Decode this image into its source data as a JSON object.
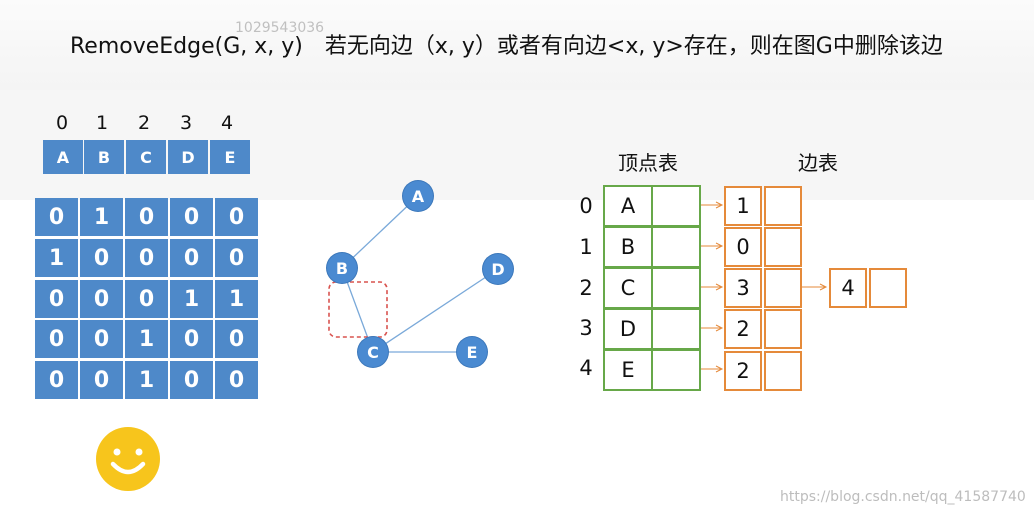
{
  "title": {
    "function": "RemoveEdge(G, x, y)",
    "description": "若无向边（x, y）或者有向边<x, y>存在，则在图G中删除该边"
  },
  "watermarks": {
    "top": "1029543036",
    "bottom": "https://blog.csdn.net/qq_41587740"
  },
  "matrix": {
    "indices": [
      "0",
      "1",
      "2",
      "3",
      "4"
    ],
    "vertices": [
      "A",
      "B",
      "C",
      "D",
      "E"
    ],
    "rows": [
      [
        "0",
        "1",
        "0",
        "0",
        "0"
      ],
      [
        "1",
        "0",
        "0",
        "0",
        "0"
      ],
      [
        "0",
        "0",
        "0",
        "1",
        "1"
      ],
      [
        "0",
        "0",
        "1",
        "0",
        "0"
      ],
      [
        "0",
        "0",
        "1",
        "0",
        "0"
      ]
    ],
    "cell_color": "#4e89c9"
  },
  "graph": {
    "nodes": [
      "A",
      "B",
      "C",
      "D",
      "E"
    ],
    "edges": [
      [
        "A",
        "B"
      ],
      [
        "B",
        "C"
      ],
      [
        "C",
        "D"
      ],
      [
        "C",
        "E"
      ]
    ],
    "highlighted_edge": [
      "B",
      "C"
    ],
    "node_color": "#4a8ad1",
    "edge_color": "#7aa9d9",
    "highlight_color": "#d9534f"
  },
  "adjacency_list": {
    "vertex_table_label": "顶点表",
    "edge_table_label": "边表",
    "rows": [
      {
        "index": "0",
        "vertex": "A",
        "edges": [
          "1"
        ]
      },
      {
        "index": "1",
        "vertex": "B",
        "edges": [
          "0"
        ]
      },
      {
        "index": "2",
        "vertex": "C",
        "edges": [
          "3",
          "4"
        ]
      },
      {
        "index": "3",
        "vertex": "D",
        "edges": [
          "2"
        ]
      },
      {
        "index": "4",
        "vertex": "E",
        "edges": [
          "2"
        ]
      }
    ],
    "vertex_border_color": "#67a849",
    "edge_border_color": "#e58a3a"
  },
  "emoji": "smiley-face"
}
